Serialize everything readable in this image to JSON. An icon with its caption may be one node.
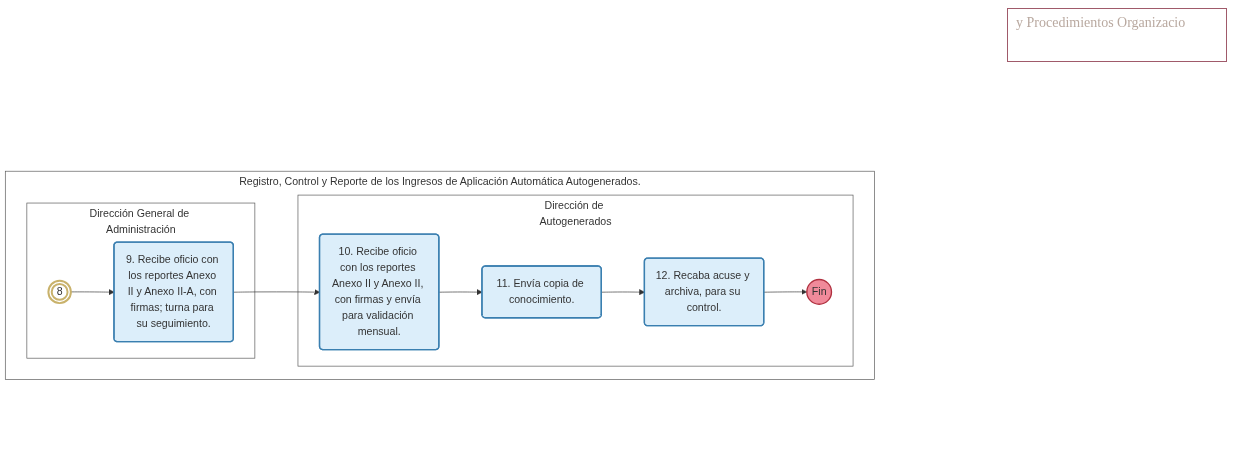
{
  "diagram": {
    "nodes": [
      {
        "text": [
          "Registro, Control y Reporte de los Ingresos de Aplicación Automática Autogenerados."
        ]
      },
      {
        "text": [
          "Dirección General de Administración"
        ],
        "in": 0
      },
      {
        "text": [
          "Dirección de Autogenerados"
        ],
        "in": 0
      },
      {
        "text": [
          "8"
        ],
        "in": 1
      },
      {
        "text": [
          "9. Recibe oficio con los reportes Anexo II y Anexo II-A, con firmas; turna para su seguimiento."
        ],
        "in": 1
      },
      {
        "text": [
          "10. Recibe oficio con los reportes Anexo II y Anexo II, con firmas y envía para validación mensual."
        ],
        "in": 2
      },
      {
        "text": [
          "11. Envía copia de conocimiento."
        ],
        "in": 2
      },
      {
        "text": [
          "12. Recaba acuse y archiva, para su control."
        ],
        "in": 2
      },
      {
        "text": [
          "Fin"
        ],
        "in": 2
      }
    ],
    "edges": [
      {
        "from": 3,
        "to": 4,
        "arrow": "to"
      },
      {
        "from": 4,
        "to": 5,
        "arrow": "to"
      },
      {
        "from": 5,
        "to": 6,
        "arrow": "to"
      },
      {
        "from": 6,
        "to": 7,
        "arrow": "to"
      },
      {
        "from": 7,
        "to": 8,
        "arrow": "to"
      }
    ],
    "labels": [
      "y Procedimientos Organizacio"
    ]
  }
}
